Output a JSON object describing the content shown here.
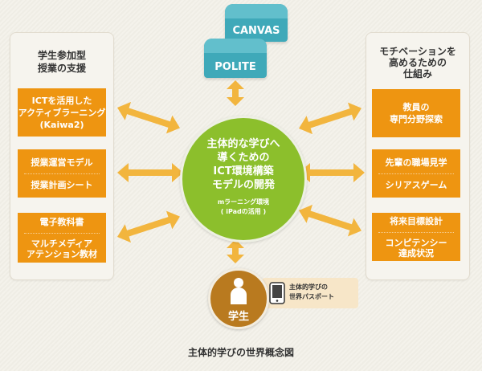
{
  "colors": {
    "orange": "#ee9511",
    "arrow": "#f2b53e",
    "green": "#8cbf2c",
    "teal": "#3fa9b9",
    "brown": "#b97a1f"
  },
  "top_systems": [
    {
      "label": "CANVAS"
    },
    {
      "label": "POLITE"
    }
  ],
  "center": {
    "title": "主体的な学びへ\n導くための\nICT環境構築\nモデルの開発",
    "subtitle": "mラーニング環境\n( iPadの活用 )"
  },
  "left_panel": {
    "title": "学生参加型\n授業の支援",
    "boxes": [
      {
        "items": [
          "ICTを活用した\nアクティブラーニング\n(Kaiwa2)"
        ]
      },
      {
        "items": [
          "授業運営モデル",
          "授業計画シート"
        ]
      },
      {
        "items": [
          "電子教科書",
          "マルチメディア\nアテンション教材"
        ]
      }
    ]
  },
  "right_panel": {
    "title": "モチベーションを\n高めるための\n仕組み",
    "boxes": [
      {
        "items": [
          "教員の\n専門分野探索"
        ]
      },
      {
        "items": [
          "先輩の職場見学",
          "シリアスゲーム"
        ]
      },
      {
        "items": [
          "将来目標設計",
          "コンピテンシー\n達成状況"
        ]
      }
    ]
  },
  "student": {
    "label": "学生",
    "icon": "person-icon"
  },
  "passport": {
    "label": "主体的学びの\n世界パスポート",
    "icon": "tablet-icon"
  },
  "caption": "主体的学びの世界概念図"
}
